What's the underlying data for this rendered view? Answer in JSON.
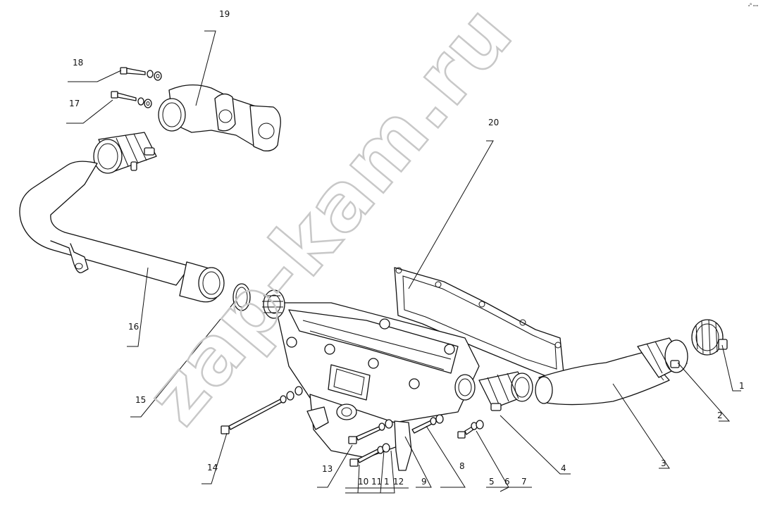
{
  "watermark": "zap-kam.ru",
  "corner_mark": "ₐᴮ ₒₒₒ",
  "callouts": [
    {
      "id": "c1",
      "text": "1"
    },
    {
      "id": "c2",
      "text": "2"
    },
    {
      "id": "c3",
      "text": "3"
    },
    {
      "id": "c4",
      "text": "4"
    },
    {
      "id": "c5",
      "text": "5"
    },
    {
      "id": "c6",
      "text": "6"
    },
    {
      "id": "c7",
      "text": "7"
    },
    {
      "id": "c8",
      "text": "8"
    },
    {
      "id": "c9",
      "text": "9"
    },
    {
      "id": "c10",
      "text": "10"
    },
    {
      "id": "c11",
      "text": "11"
    },
    {
      "id": "c11b",
      "text": "1"
    },
    {
      "id": "c12",
      "text": "12"
    },
    {
      "id": "c13",
      "text": "13"
    },
    {
      "id": "c14",
      "text": "14"
    },
    {
      "id": "c15",
      "text": "15"
    },
    {
      "id": "c16",
      "text": "16"
    },
    {
      "id": "c17",
      "text": "17"
    },
    {
      "id": "c18",
      "text": "18"
    },
    {
      "id": "c19",
      "text": "19"
    },
    {
      "id": "c20",
      "text": "20"
    }
  ]
}
